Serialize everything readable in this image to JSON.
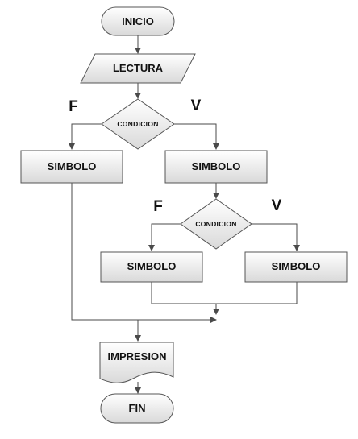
{
  "diagram": {
    "nodes": {
      "start": "INICIO",
      "read": "LECTURA",
      "cond1": "CONDICION",
      "left_box": "SIMBOLO",
      "right_box": "SIMBOLO",
      "cond2": "CONDICION",
      "inner_left_box": "SIMBOLO",
      "inner_right_box": "SIMBOLO",
      "print": "IMPRESION",
      "end": "FIN"
    },
    "branches": {
      "cond1_false": "F",
      "cond1_true": "V",
      "cond2_false": "F",
      "cond2_true": "V"
    },
    "colors": {
      "box_top": "#ffffff",
      "box_bottom": "#d9d9d9",
      "stroke": "#555555"
    }
  }
}
